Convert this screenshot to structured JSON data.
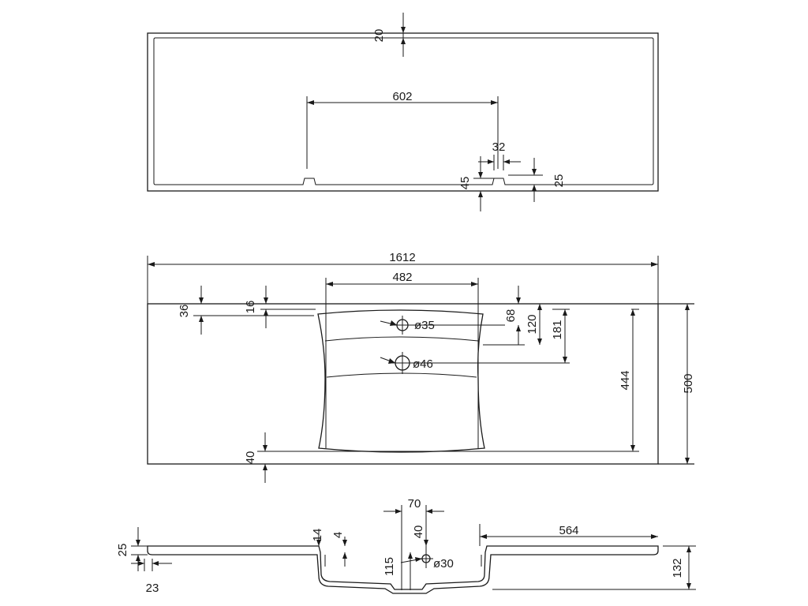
{
  "top_view": {
    "dim_20": "20",
    "dim_602": "602",
    "dim_32": "32",
    "dim_45": "45",
    "dim_25": "25"
  },
  "plan_view": {
    "dim_1612": "1612",
    "dim_482": "482",
    "dim_36": "36",
    "dim_16": "16",
    "hole_35": "ø35",
    "dim_68": "68",
    "dim_120": "120",
    "dim_181": "181",
    "hole_46": "ø46",
    "dim_444": "444",
    "dim_500": "500",
    "dim_40": "40"
  },
  "section_view": {
    "dim_70": "70",
    "dim_14": "14",
    "dim_4": "4",
    "dim_40": "40",
    "dim_564": "564",
    "dim_25": "25",
    "dim_115": "115",
    "hole_30": "ø30",
    "dim_132": "132",
    "dim_23": "23"
  }
}
